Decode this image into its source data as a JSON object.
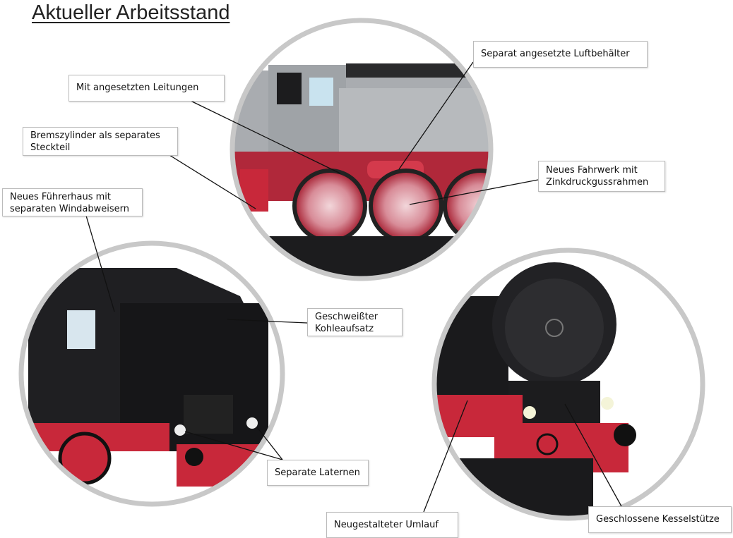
{
  "title": "Aktueller Arbeitsstand",
  "labels": {
    "luftbehaelter": "Separat angesetzte Luftbehälter",
    "leitungen": "Mit angesetzten Leitungen",
    "bremszylinder_1": "Bremszylinder als separates",
    "bremszylinder_2": "Steckteil",
    "fuehrerhaus_1": "Neues Führerhaus mit",
    "fuehrerhaus_2": "separaten Windabweisern",
    "fahrwerk_1": "Neues Fahrwerk mit",
    "fahrwerk_2": "Zinkdruckgussrahmen",
    "kohle_1": "Geschweißter",
    "kohle_2": "Kohleaufsatz",
    "laternen": "Separate Laternen",
    "umlauf": "Neugestalteter Umlauf",
    "kesselstuetze": "Geschlossene Kesselstütze"
  },
  "colors": {
    "ring": "#c8c8c8",
    "loco_black": "#1c1c1e",
    "frame_red": "#c8283a",
    "body_gray": "#a9acb0"
  }
}
